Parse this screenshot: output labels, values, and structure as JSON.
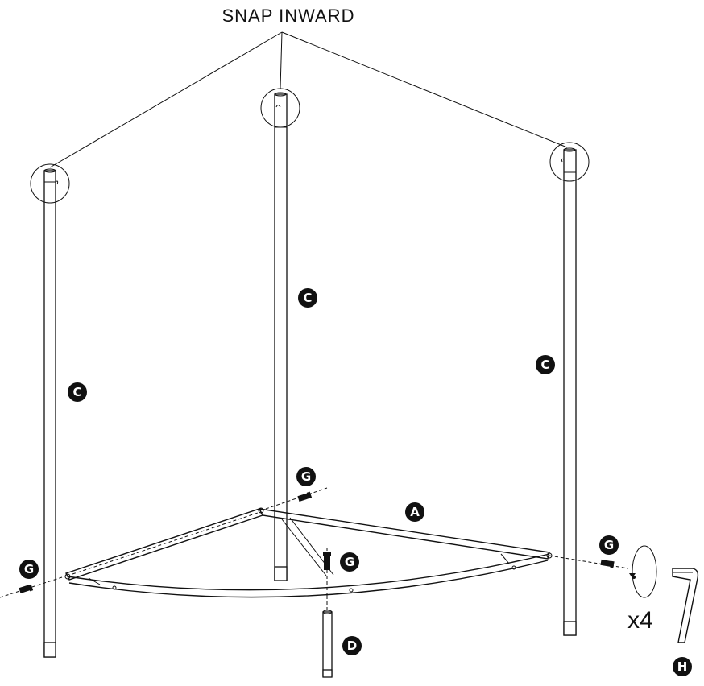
{
  "title": "SNAP INWARD",
  "count_label": "x4",
  "parts": {
    "pole": "C",
    "shelf": "A",
    "screw": "G",
    "foot": "D",
    "hex_key": "H"
  }
}
